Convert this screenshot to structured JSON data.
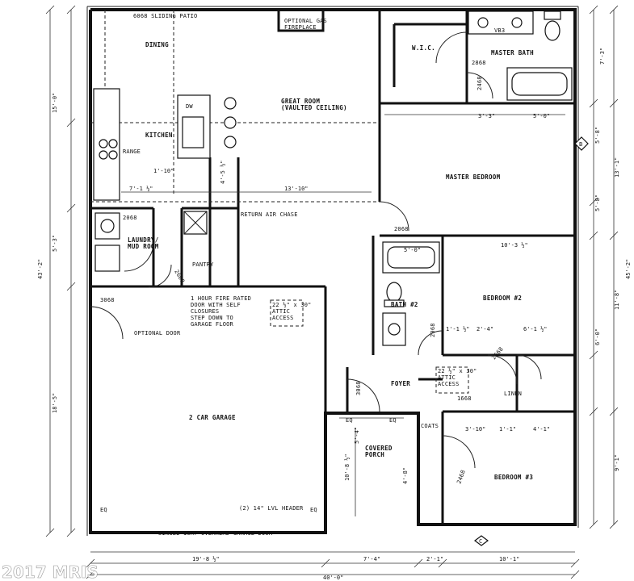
{
  "plan": {
    "rooms": {
      "dining": "DINING",
      "sliding_patio": "6068 SLIDING PATIO",
      "fireplace": "OPTIONAL GAS\nFIREPLACE",
      "great_room": "GREAT ROOM\n(VAULTED CEILING)",
      "kitchen": "KITCHEN",
      "range": "RANGE",
      "dw": "DW",
      "wic": "W.I.C.",
      "master_bath": "MASTER BATH",
      "vb": "VB3",
      "master_bedroom": "MASTER BEDROOM",
      "laundry": "LAUNDRY/\nMUD ROOM",
      "pantry": "PANTRY",
      "return_air": "RETURN AIR CHASE",
      "fire_door": "1 HOUR FIRE RATED\nDOOR WITH SELF\nCLOSURES",
      "step_down": "STEP DOWN TO\nGARAGE FLOOR",
      "optional_door": "OPTIONAL DOOR",
      "attic_1": "22 ½\" x 30\"\nATTIC\nACCESS",
      "attic_2": "22 ½\" x 30\"\nATTIC\nACCESS",
      "bath2": "BATH #2",
      "bedroom2": "BEDROOM #2",
      "bedroom3": "BEDROOM #3",
      "foyer": "FOYER",
      "coats": "COATS",
      "linen": "LINEN",
      "garage": "2 CAR GARAGE",
      "covered_porch": "COVERED\nPORCH",
      "header": "(2) 14\" LVL HEADER",
      "garage_door": "SINGLE 16X7 OVERHEAD GARAGE DOOR",
      "eq": "EQ"
    },
    "door_tags": [
      "2068",
      "2668",
      "3068",
      "2868",
      "2468",
      "1668",
      "2668",
      "3068",
      "2468",
      "2068",
      "2068"
    ],
    "dims": {
      "left_1": "15'-0\"",
      "left_2": "5'-3\"",
      "left_3": "43'-2\"",
      "left_4": "18'-5\"",
      "right_1": "7'-3\"",
      "right_2": "5'-8\"",
      "right_3": "13'-1\"",
      "right_4": "5'-8\"",
      "right_5": "45'-2\"",
      "right_6": "11'-8\"",
      "right_7": "6'-0\"",
      "right_8": "9'-1\"",
      "bottom_1": "19'-8 ½\"",
      "bottom_2": "7'-4\"",
      "bottom_3": "2'-1\"",
      "bottom_4": "10'-1\"",
      "bottom_total": "40'-0\"",
      "kitchen_w": "7'-1 ½\"",
      "great_w": "13'-10\"",
      "k_1": "1'-10\"",
      "k_2": "4'-5 ½\"",
      "mb_1": "3'-3\"",
      "mb_2": "5'-0\"",
      "bath_w": "5'-0\"",
      "bed2_w": "10'-3 ½\"",
      "hall_1": "1'-1 ½\"",
      "hall_2": "2'-4\"",
      "hall_3": "6'-1 ½\"",
      "porch_h": "10'-8 ½\"",
      "porch_1": "5'-4\"",
      "porch_2": "4'-8\"",
      "b3_1": "3'-10\"",
      "b3_2": "1'-1\"",
      "b3_3": "4'-1\""
    },
    "callouts": [
      "B",
      "C"
    ],
    "watermark": "2017 MRIS"
  }
}
